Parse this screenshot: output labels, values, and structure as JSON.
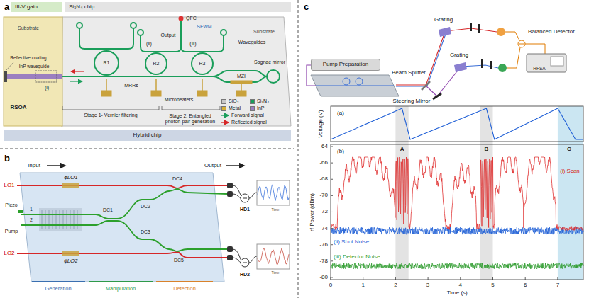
{
  "diagram": {
    "nodes": [
      {
        "text": [
          "III-V gain"
        ]
      },
      {
        "text": [
          "Si₃N₄ chip"
        ]
      },
      {
        "text": [
          "Hybrid chip"
        ]
      },
      {
        "text": [
          "Pump Preparation"
        ]
      }
    ],
    "labels": [
      "a",
      "QFC",
      "Substrate",
      "Reflective coating",
      "InP waveguide",
      "(i)",
      "RSOA",
      "R1",
      "(ii)",
      "R2",
      "Output",
      "(iii)",
      "SFWM",
      "R3",
      "Waveguides",
      "MRRs",
      "MZI",
      "Sagnac mirror",
      "Microheaters",
      "Substrate",
      "Stage 1- Vernier filtering",
      "Stage 2: Entangled photon-pair generation",
      "b",
      "Input",
      "Output",
      "LO1",
      "Piezo",
      "Pump",
      "1",
      "2",
      "ϕLO1",
      "DC1",
      "DC2",
      "DC3",
      "DC4",
      "DC5",
      "ϕLO2",
      "LO2",
      "HD1",
      "Time",
      "HD2",
      "Time",
      "Generation",
      "Manipulation",
      "Detection",
      "c",
      "Grating",
      "Balanced Detector",
      "Grating",
      "RFSA",
      "Beam Splitter",
      "Steering Mirror",
      "Voltage (V)",
      "(a)",
      "rf Power (dBm)",
      "(b)",
      "A",
      "B",
      "C",
      "(i) Scan",
      "(ii) Shot Noise",
      "(iii) Detector Noise",
      "-64",
      "-66",
      "-68",
      "-70",
      "-72",
      "-74",
      "-76",
      "-78",
      "-80",
      "0",
      "1",
      "2",
      "3",
      "4",
      "5",
      "6",
      "7",
      "Time (s)"
    ],
    "legend": [
      {
        "text": "SiO₂",
        "color": "#c8c8c8"
      },
      {
        "text": "Si₃N₄",
        "color": "#1a9e5a"
      },
      {
        "text": "Metal",
        "color": "#d4af37"
      },
      {
        "text": "InP",
        "color": "#9b7fc0"
      },
      {
        "text": "Forward signal"
      },
      {
        "text": "Reflected signal"
      }
    ]
  }
}
